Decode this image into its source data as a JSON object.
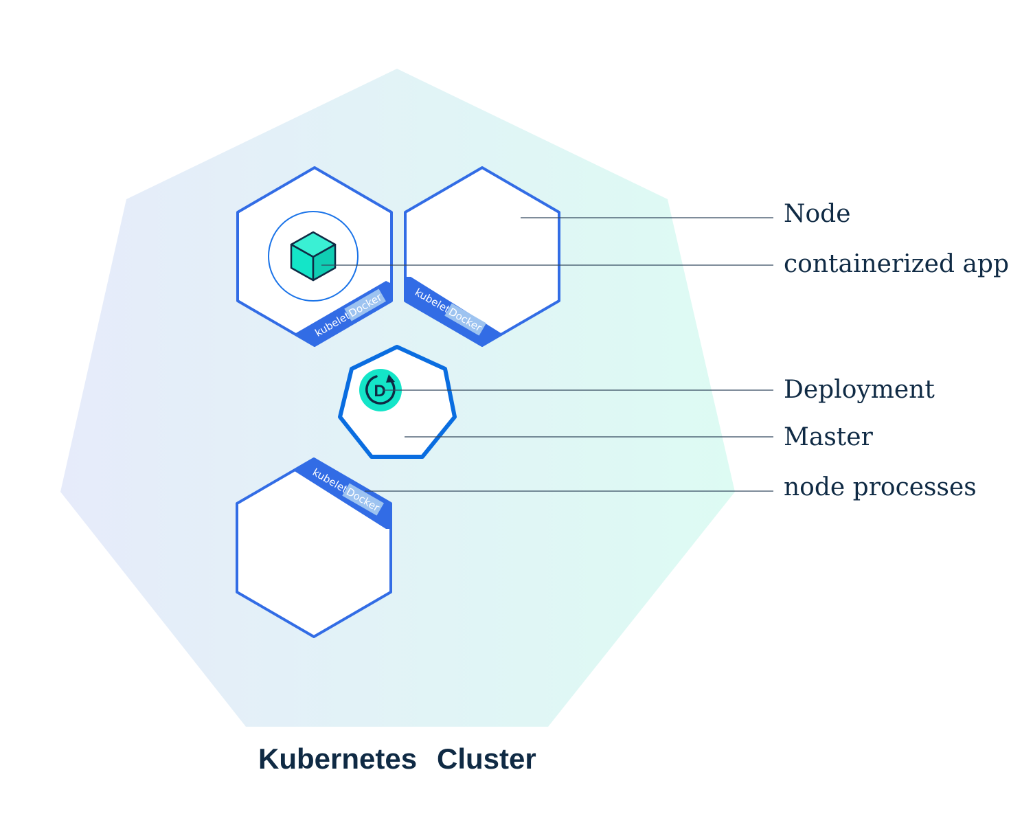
{
  "diagram": {
    "title_word_1": "Kubernetes",
    "title_word_2": "Cluster",
    "labels": {
      "node": "Node",
      "containerized_app": "containerized app",
      "deployment": "Deployment",
      "master": "Master",
      "node_processes": "node processes"
    },
    "node_tags": {
      "kubelet": "kubelet",
      "docker": "Docker"
    },
    "deployment_letter": "D"
  },
  "colors": {
    "node_border": "#326ce5",
    "master_border": "#0a6de0",
    "app_cube": "#14e5c8",
    "deployment_circle": "#14e5c8",
    "docker_tag": "#9dc3f0",
    "text": "#0f2a44",
    "cluster_gradient_left": "#e6ebfa",
    "cluster_gradient_right": "#ddfbf3"
  }
}
